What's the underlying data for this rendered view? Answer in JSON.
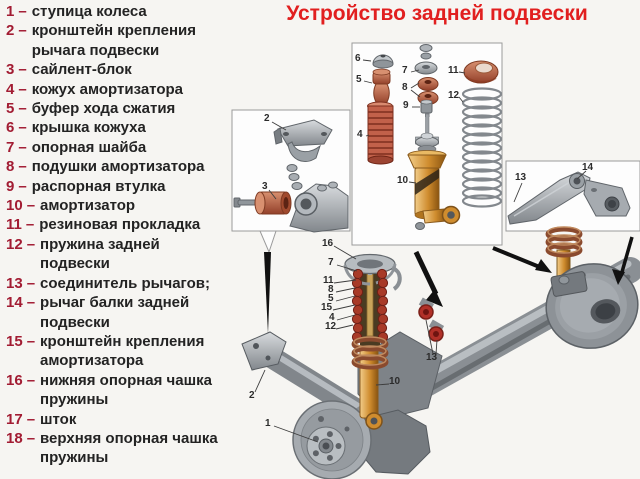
{
  "title": "Устройство задней подвески",
  "colors": {
    "title_red": "#e11f1f",
    "legend_number_red": "#a21c33",
    "legend_text": "#232323",
    "background": "#f6f5f2"
  },
  "legend": {
    "separator": "–",
    "items": [
      {
        "num": "1",
        "text": "ступица колеса"
      },
      {
        "num": "2",
        "text": "кронштейн крепления рычага подвески"
      },
      {
        "num": "3",
        "text": "сайлент-блок"
      },
      {
        "num": "4",
        "text": "кожух амортизатора"
      },
      {
        "num": "5",
        "text": "буфер хода сжатия"
      },
      {
        "num": "6",
        "text": "крышка кожуха"
      },
      {
        "num": "7",
        "text": "опорная шайба"
      },
      {
        "num": "8",
        "text": "подушки амортизатора"
      },
      {
        "num": "9",
        "text": "распорная втулка"
      },
      {
        "num": "10",
        "text": "амортизатор"
      },
      {
        "num": "11",
        "text": "резиновая прокладка"
      },
      {
        "num": "12",
        "text": "пружина задней подвески"
      },
      {
        "num": "13",
        "text": "соединитель рычагов;"
      },
      {
        "num": "14",
        "text": "рычаг балки задней подвески"
      },
      {
        "num": "15",
        "text": "кронштейн крепления амортизатора"
      },
      {
        "num": "16",
        "text": "нижняя опорная чашка пружины"
      },
      {
        "num": "17",
        "text": "шток"
      },
      {
        "num": "18",
        "text": "верхняя опорная чашка пружины"
      }
    ]
  },
  "diagram": {
    "numbers": {
      "n1": "1",
      "n2": "2",
      "n3": "3",
      "n4": "4",
      "n5": "5",
      "n6": "6",
      "n7": "7",
      "n8": "8",
      "n9": "9",
      "n10": "10",
      "n11": "11",
      "n12": "12",
      "n13": "13",
      "n14": "14",
      "n15": "15",
      "n16": "16"
    }
  }
}
